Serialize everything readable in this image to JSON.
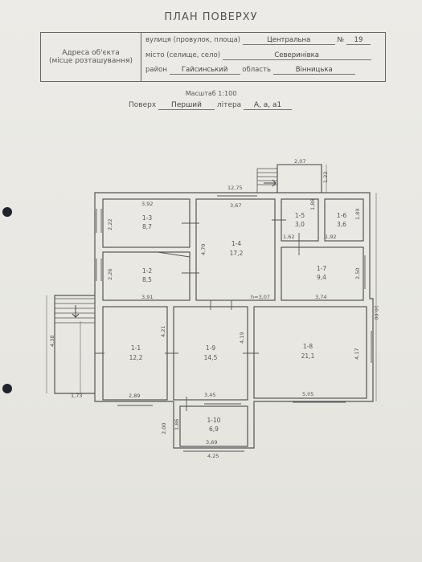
{
  "title": "ПЛАН ПОВЕРХУ",
  "address_label_1": "Адреса об'єкта",
  "address_label_2": "(місце розташування)",
  "street_label": "вулиця (провулок, площа)",
  "street_value": "Центральна",
  "number_label": "№",
  "number_value": "19",
  "city_label": "місто (селище, село)",
  "city_value": "Северинівка",
  "district_label": "район",
  "district_value": "Гайсинський",
  "region_label": "область",
  "region_value": "Вінницька",
  "scale": "Масштаб 1:100",
  "floor_label": "Поверх",
  "floor_value": "Перший",
  "letter_label": "літера",
  "letter_value": "А, а, а1",
  "rooms": [
    {
      "id": "1-1",
      "area": "12,2"
    },
    {
      "id": "1-2",
      "area": "8,5"
    },
    {
      "id": "1-3",
      "area": "8,7"
    },
    {
      "id": "1-4",
      "area": "17,2"
    },
    {
      "id": "1-5",
      "area": "3,0"
    },
    {
      "id": "1-6",
      "area": "3,6"
    },
    {
      "id": "1-7",
      "area": "9,4"
    },
    {
      "id": "1-8",
      "area": "21,1"
    },
    {
      "id": "1-9",
      "area": "14,5"
    },
    {
      "id": "1-10",
      "area": "6,9"
    }
  ],
  "dimensions": {
    "d_207": "2,07",
    "d_122": "1,22",
    "d_1275": "12,75",
    "d_392": "3,92",
    "d_367": "3,67",
    "d_188": "1,88",
    "d_189": "1,89",
    "d_222": "2,22",
    "d_470": "4,70",
    "d_162": "1,62",
    "d_192": "1,92",
    "d_226": "2,26",
    "d_250": "2,50",
    "d_391": "3,91",
    "h_307": "h=3,07",
    "d_374": "3,74",
    "d_1000": "10,00",
    "d_438": "4,38",
    "d_421": "4,21",
    "d_419": "4,19",
    "d_417": "4,17",
    "d_173": "1,73",
    "d_289": "2,89",
    "d_345": "3,45",
    "d_505": "5,05",
    "d_186": "1,86",
    "d_200": "2,00",
    "d_369": "3,69",
    "d_425": "4,25"
  }
}
